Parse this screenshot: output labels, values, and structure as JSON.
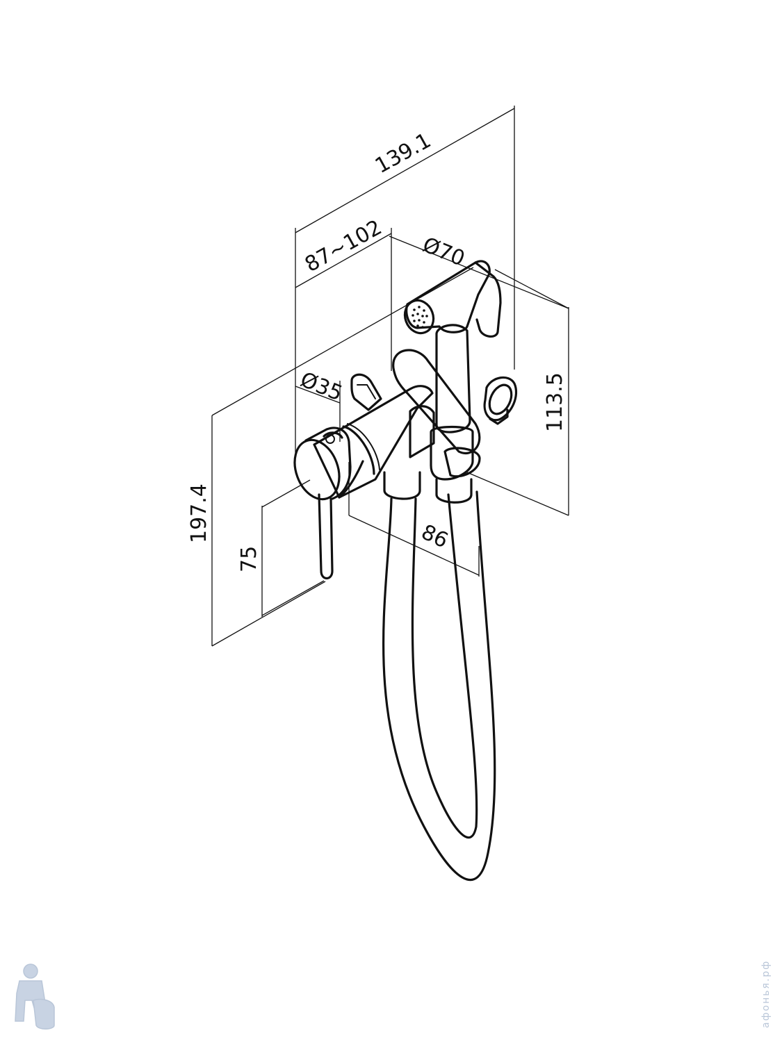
{
  "diagram": {
    "dimensions": {
      "overall_width": "139.1",
      "depth_range": "87~102",
      "flange_diameter": "Ø70",
      "handle_diameter": "Ø35",
      "height_right": "113.5",
      "overall_height": "197.4",
      "lever_length": "75",
      "body_length": "86"
    },
    "watermark": {
      "site": "афонья.рф"
    },
    "colors": {
      "line": "#111111",
      "watermark": "#b9c6d8"
    }
  }
}
